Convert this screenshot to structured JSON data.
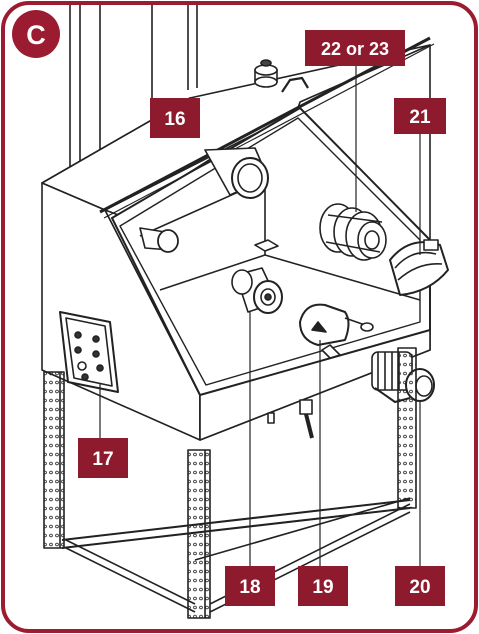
{
  "figure": {
    "panel_letter": "C",
    "frame_color": "#9b1b30",
    "label_color": "#8e1a2e",
    "line_color": "#222222"
  },
  "callouts": [
    {
      "id": "c16",
      "text": "16"
    },
    {
      "id": "c21",
      "text": "21"
    },
    {
      "id": "c22",
      "text": "22 or 23"
    },
    {
      "id": "c17",
      "text": "17"
    },
    {
      "id": "c18",
      "text": "18"
    },
    {
      "id": "c19",
      "text": "19"
    },
    {
      "id": "c20",
      "text": "20"
    }
  ]
}
